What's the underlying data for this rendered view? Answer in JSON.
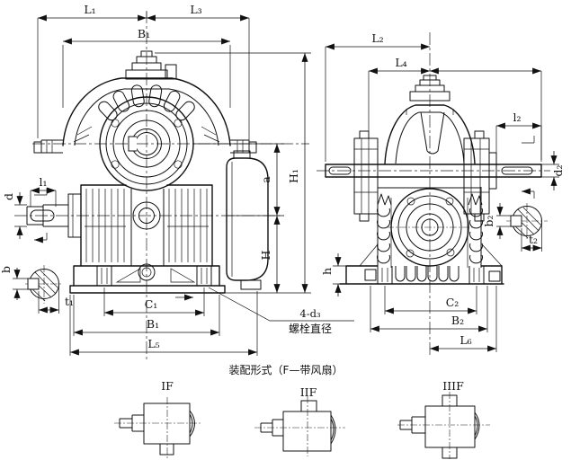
{
  "drawing": {
    "kind": "worm-gear-reducer outline dimension drawing",
    "views": [
      "front-view",
      "side-view"
    ],
    "line_color": "#111111",
    "background": "#ffffff"
  },
  "labels": {
    "front": {
      "L1": "L₁",
      "L3": "L₃",
      "B1_top": "B₁",
      "a": "a",
      "H1": "H₁",
      "H": "H",
      "d": "d",
      "l1": "l₁",
      "b": "b",
      "t1": "t₁",
      "C1": "C₁",
      "B1_bottom": "B₁",
      "L5": "L₅"
    },
    "side": {
      "L2": "L₂",
      "L4": "L₄",
      "l2": "l₂",
      "d2": "d₂",
      "b2": "b₂",
      "t2": "t₂",
      "h": "h",
      "C2": "C₂",
      "B2": "B₂",
      "L6": "L₆"
    },
    "leader": {
      "line1": "4-d₃",
      "line2": "螺栓直径"
    },
    "assembly": {
      "title": "装配形式（F—带风扇）",
      "variants": [
        {
          "label": "IF"
        },
        {
          "label": "IIF"
        },
        {
          "label": "IIIF"
        }
      ]
    }
  }
}
